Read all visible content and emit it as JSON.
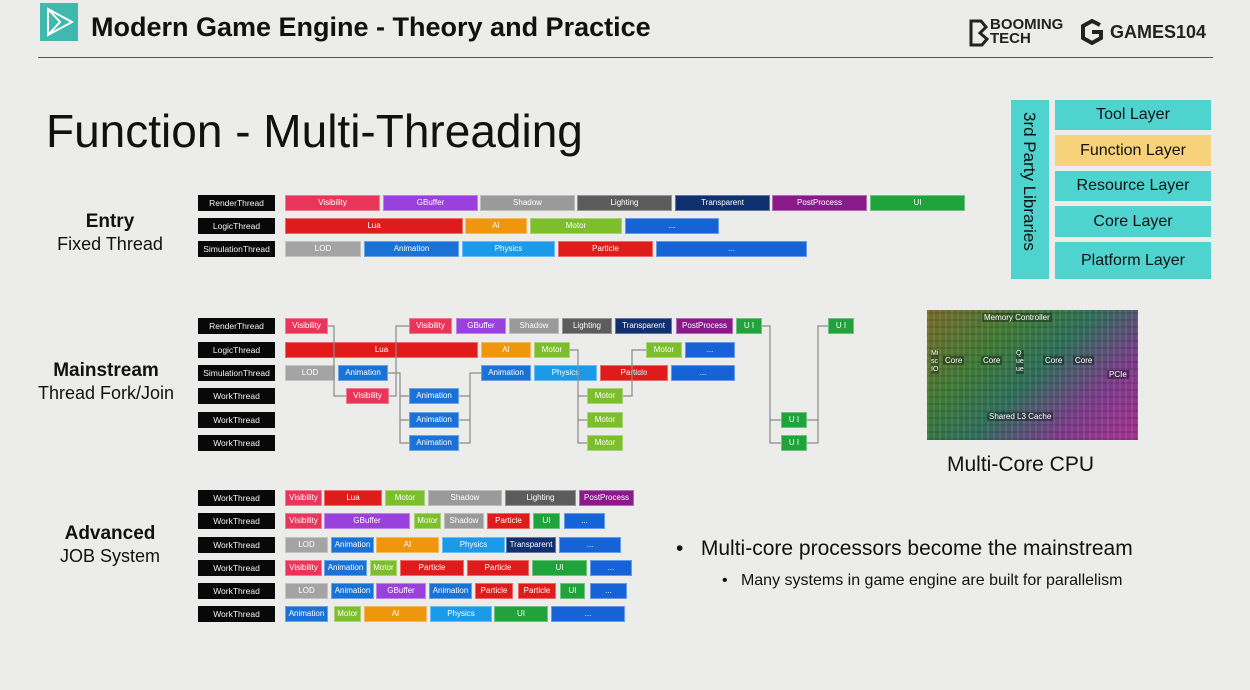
{
  "header": {
    "title": "Modern Game Engine - Theory and Practice",
    "brand1": "BOOMING",
    "brand2": "TECH",
    "brand3": "GAMES104"
  },
  "slide_title": "Function - Multi-Threading",
  "sections": {
    "entry": {
      "title": "Entry",
      "subtitle": "Fixed Thread"
    },
    "mainstream": {
      "title": "Mainstream",
      "subtitle": "Thread Fork/Join"
    },
    "advanced": {
      "title": "Advanced",
      "subtitle": "JOB System"
    }
  },
  "labels": {
    "render": "RenderThread",
    "logic": "LogicThread",
    "sim": "SimulationThread",
    "work": "WorkThread"
  },
  "layers": {
    "side": "3rd Party Libraries",
    "tool": "Tool Layer",
    "function": "Function Layer",
    "resource": "Resource Layer",
    "core": "Core Layer",
    "platform": "Platform Layer"
  },
  "cpu": {
    "caption": "Multi-Core CPU",
    "memory": "Memory Controller",
    "core": "Core",
    "queue": "Queue",
    "misc": "Misc IO",
    "pcie": "PCIe",
    "l3": "Shared L3 Cache"
  },
  "bullets": {
    "main": "Multi-core processors become the mainstream",
    "sub": "Many systems in game engine are built for parallelism"
  },
  "colors": {
    "visibility": "#e8355a",
    "gbuffer": "#9a40dd",
    "shadow": "#9a9a9a",
    "lighting": "#5c5c5c",
    "transparent": "#0f2f6e",
    "postprocess": "#8a1a8a",
    "ui": "#1fa33a",
    "lua": "#e01b1b",
    "ai": "#f0960c",
    "motor": "#7cbe2c",
    "dots": "#1663d8",
    "lod": "#a4a4a4",
    "animation": "#1a72d6",
    "physics": "#1a9ae8",
    "particle": "#e01b1b",
    "accent": "#3fb9ae",
    "function_layer": "#f7d27a"
  },
  "blocks": {
    "visibility": "Visibility",
    "gbuffer": "GBuffer",
    "shadow": "Shadow",
    "lighting": "Lighting",
    "transparent": "Transparent",
    "postprocess": "PostProcess",
    "ui": "UI",
    "lua": "Lua",
    "ai": "AI",
    "motor": "Motor",
    "dots": "...",
    "lod": "LOD",
    "animation": "Animation",
    "physics": "Physics",
    "particle": "Particle",
    "visibility_short": "Visibility",
    "transparent_short": "Transparent",
    "postprocess_short": "PostProcess",
    "animation_short": "Animation",
    "motor_short": "Motor",
    "shadow_short": "Shadow",
    "particle_short": "Particle",
    "ui_short": "U I"
  }
}
